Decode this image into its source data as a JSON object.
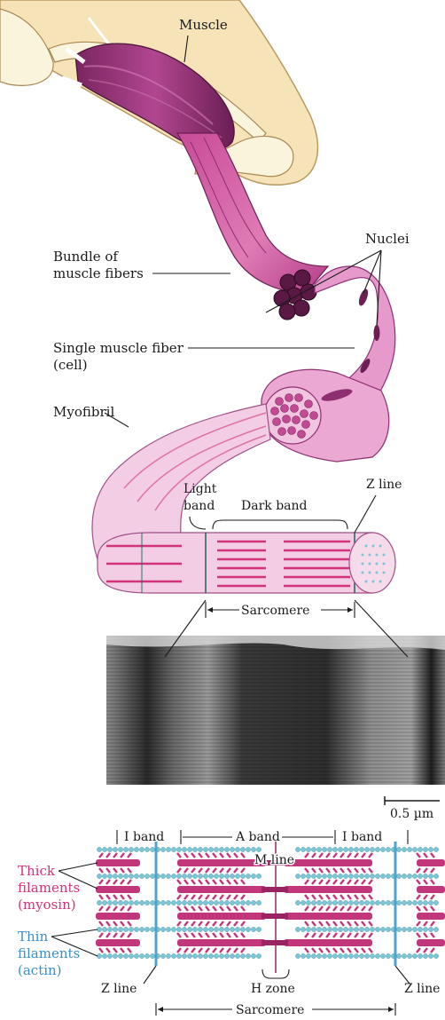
{
  "labels": {
    "muscle": "Muscle",
    "bundle_line1": "Bundle of",
    "bundle_line2": "muscle fibers",
    "nuclei": "Nuclei",
    "single_line1": "Single muscle fiber",
    "single_line2": "(cell)",
    "myofibril": "Myofibril",
    "light_band_line1": "Light",
    "light_band_line2": "band",
    "dark_band": "Dark band",
    "z_line_top": "Z line",
    "sarcomere_top": "Sarcomere",
    "scale_bar": "0.5 µm",
    "i_band_left": "I band",
    "a_band": "A band",
    "i_band_right": "I band",
    "m_line": "M line",
    "thick_line1": "Thick",
    "thick_line2": "filaments",
    "thick_line3": "(myosin)",
    "thin_line1": "Thin",
    "thin_line2": "filaments",
    "thin_line3": "(actin)",
    "z_line_left": "Z line",
    "h_zone": "H zone",
    "z_line_right": "Z line",
    "sarcomere_bottom": "Sarcomere"
  },
  "colors": {
    "muscle_magenta": "#a8387f",
    "muscle_dark": "#6e1f55",
    "fiber_pink": "#d95fa5",
    "myofibril_light": "#efc0dd",
    "band_magenta": "#d2337a",
    "skin": "#f6e3b8",
    "bone": "#fbf4dd",
    "actin_blue": "#7cc6d6",
    "z_line_blue": "#4ea4cc",
    "thick_label": "#d2337a",
    "thin_label": "#3a8fc7"
  }
}
